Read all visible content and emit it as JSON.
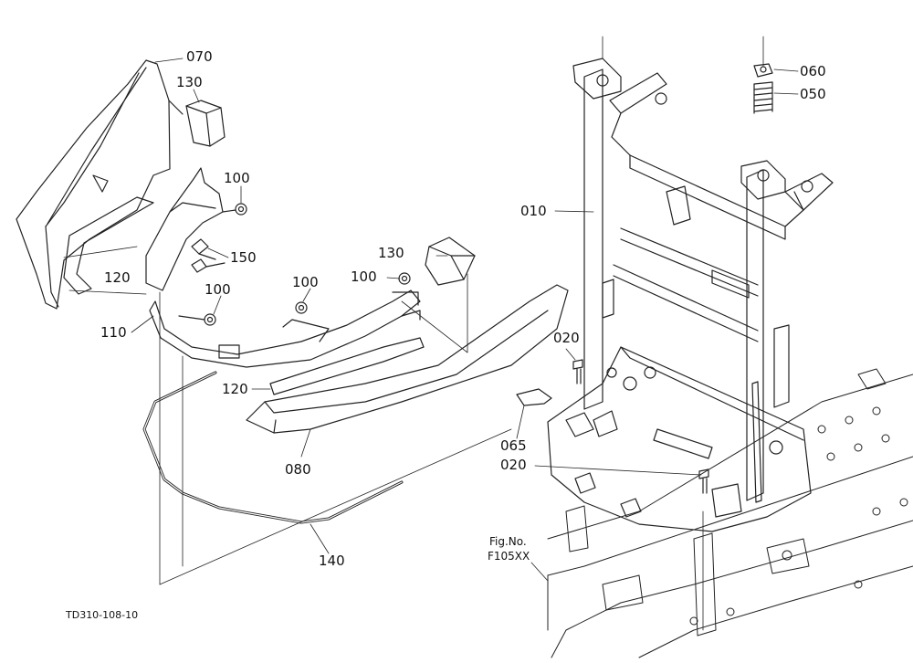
{
  "diagram": {
    "drawing_code": "TD310-108-10",
    "figure_ref": {
      "line1": "Fig.No.",
      "line2": "F105XX"
    },
    "part_labels": {
      "p070": "070",
      "p130a": "130",
      "p100a": "100",
      "p150": "150",
      "p120a": "120",
      "p100b": "100",
      "p110": "110",
      "p100c": "100",
      "p100d": "100",
      "p130b": "130",
      "p120b": "120",
      "p080": "080",
      "p140": "140",
      "p060": "060",
      "p050": "050",
      "p010": "010",
      "p020a": "020",
      "p065": "065",
      "p020b": "020"
    }
  }
}
